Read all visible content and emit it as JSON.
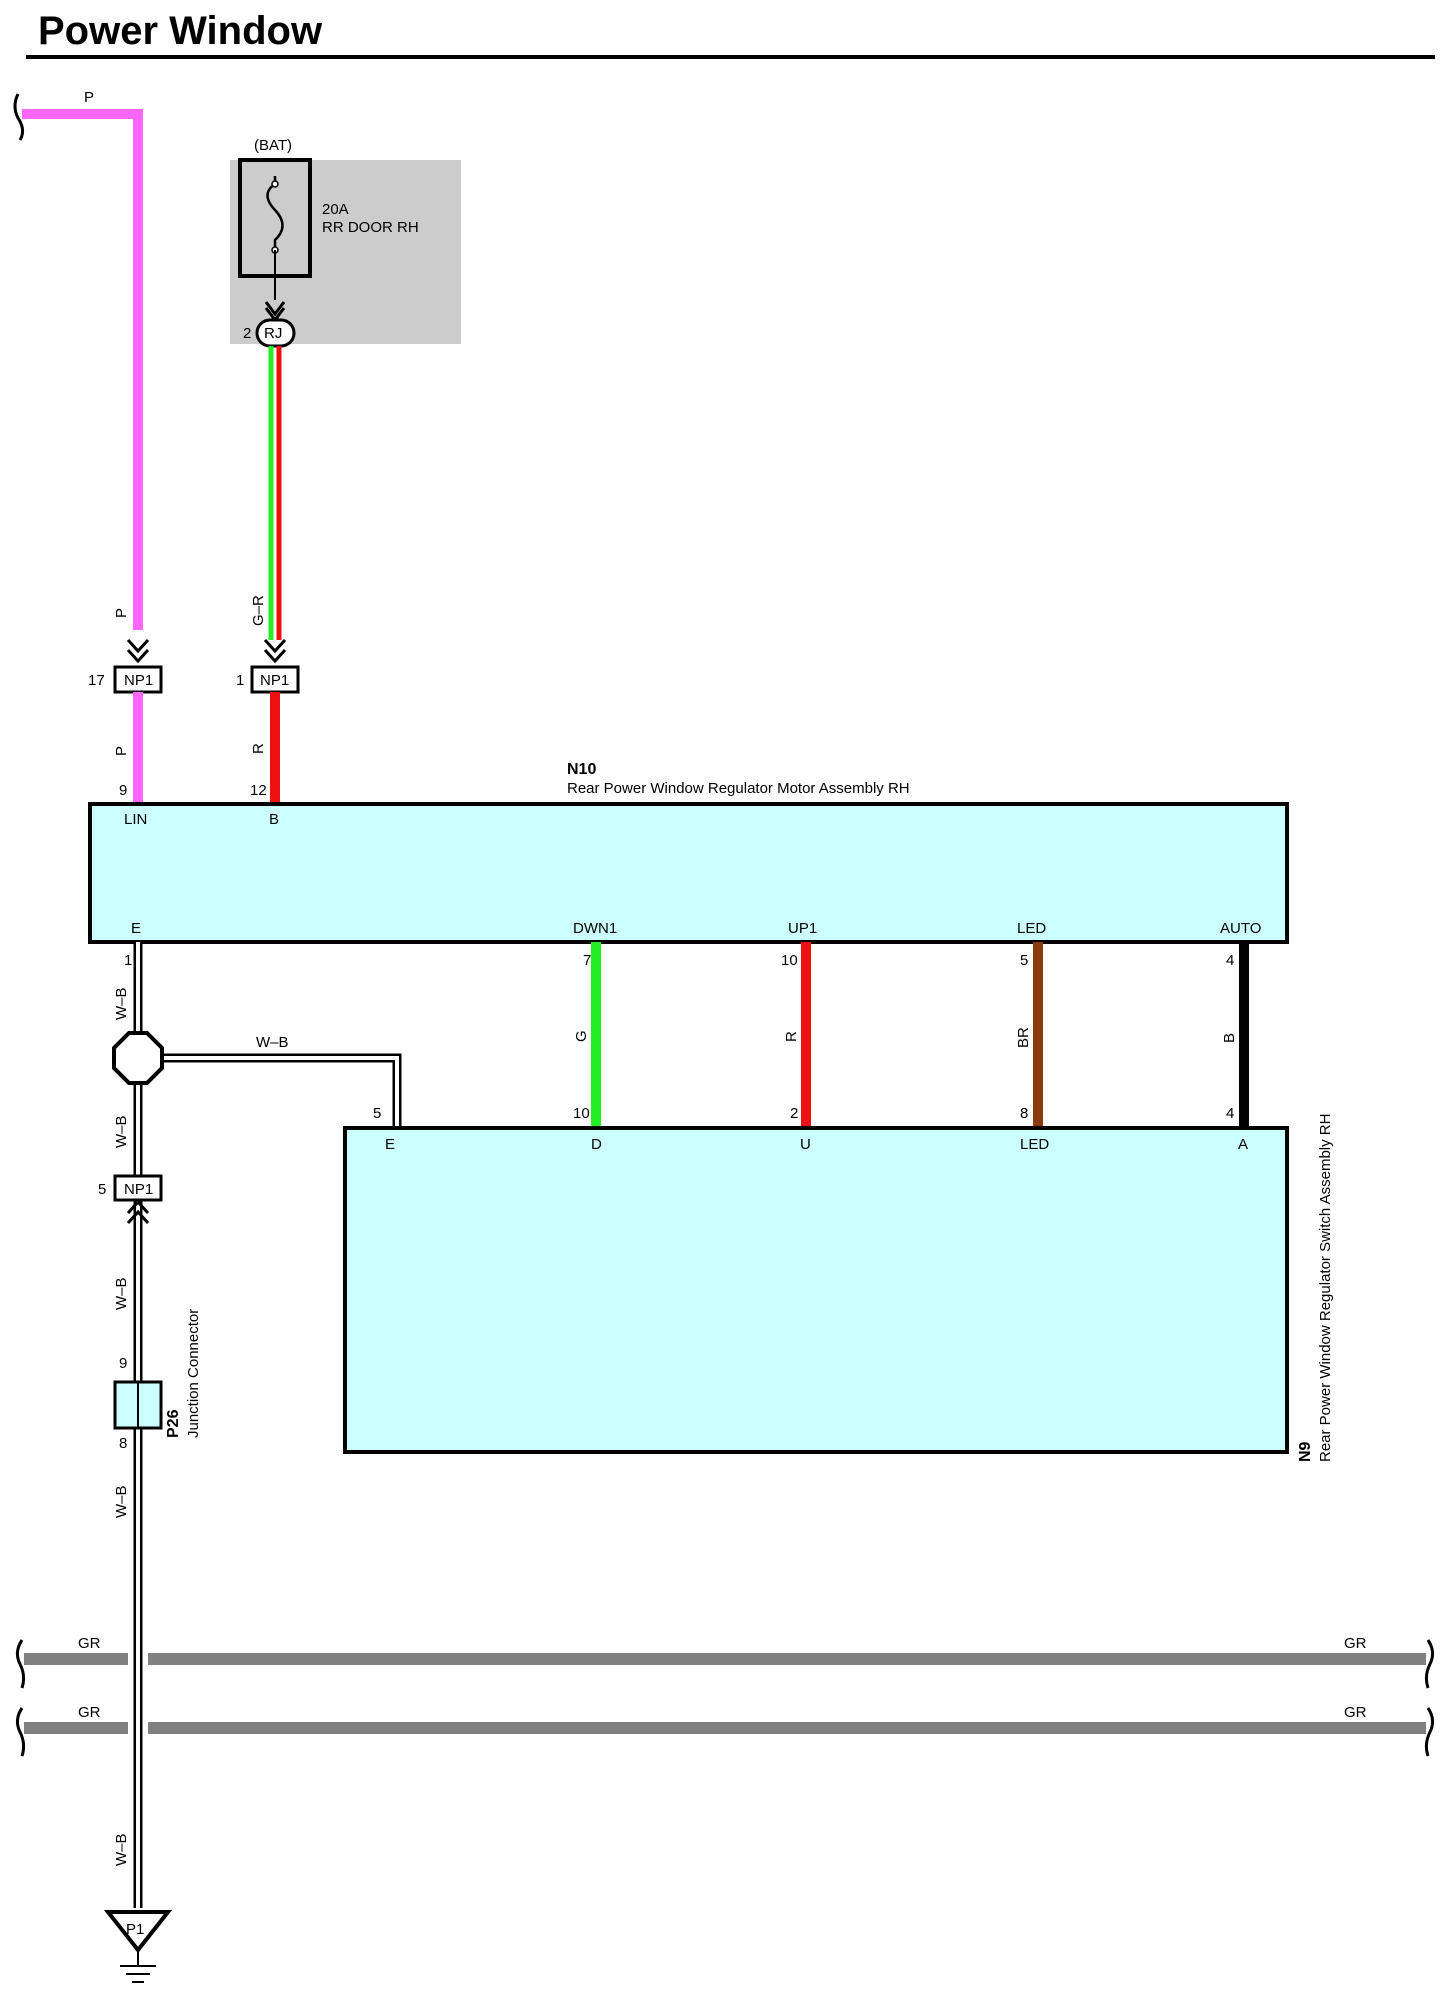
{
  "title": "Power Window",
  "colors": {
    "pink": "#ff66ff",
    "green": "#22ee22",
    "red": "#ee1111",
    "brown": "#8b3a0e",
    "black": "#000000",
    "gray": "#808080",
    "module_fill": "#ccffff",
    "fuse_box_fill": "#cccccc"
  },
  "fuse": {
    "source": "(BAT)",
    "rating": "20A",
    "name": "RR DOOR RH",
    "connector": "RJ",
    "pin": "2"
  },
  "wires": {
    "p_top": "P",
    "gr_top": "G–R",
    "p_mid": "P",
    "r_mid": "R",
    "wb_e": "W–B",
    "wb_branch": "W–B",
    "wb_mid": "W–B",
    "wb_lower": "W–B",
    "wb_p26": "W–B",
    "wb_bottom": "W–B",
    "g": "G",
    "r": "R",
    "br": "BR",
    "b": "B",
    "gr_1_left": "GR",
    "gr_1_right": "GR",
    "gr_2_left": "GR",
    "gr_2_right": "GR"
  },
  "np1_17": {
    "name": "NP1",
    "pin": "17"
  },
  "np1_1": {
    "name": "NP1",
    "pin": "1"
  },
  "np1_5": {
    "name": "NP1",
    "pin": "5"
  },
  "n10": {
    "id": "N10",
    "name": "Rear Power Window Regulator Motor Assembly RH",
    "pins": {
      "lin": {
        "num": "9",
        "label": "LIN"
      },
      "b": {
        "num": "12",
        "label": "B"
      },
      "e": {
        "num": "1",
        "label": "E"
      },
      "dwn1": {
        "num": "7",
        "label": "DWN1"
      },
      "up1": {
        "num": "10",
        "label": "UP1"
      },
      "led": {
        "num": "5",
        "label": "LED"
      },
      "auto": {
        "num": "4",
        "label": "AUTO"
      }
    }
  },
  "n9": {
    "id": "N9",
    "name": "Rear Power Window Regulator Switch Assembly RH",
    "pins": {
      "e": {
        "num": "5",
        "label": "E"
      },
      "d": {
        "num": "10",
        "label": "D"
      },
      "u": {
        "num": "2",
        "label": "U"
      },
      "led": {
        "num": "8",
        "label": "LED"
      },
      "a": {
        "num": "4",
        "label": "A"
      }
    }
  },
  "p26": {
    "id": "P26",
    "name": "Junction Connector",
    "pin_top": "9",
    "pin_bottom": "8"
  },
  "ground": {
    "id": "P1"
  }
}
